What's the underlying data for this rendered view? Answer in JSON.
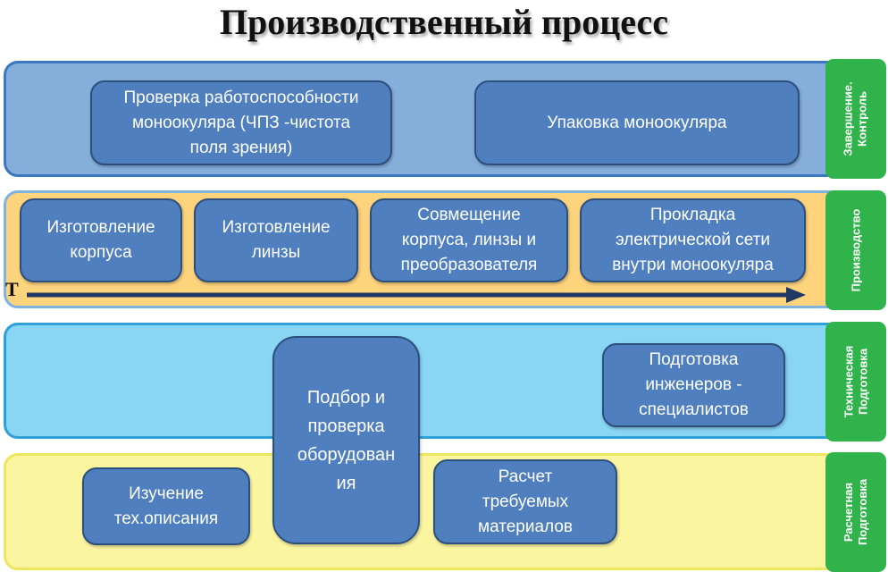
{
  "title": "Производственный процесс",
  "stages": {
    "completion": {
      "label": "Завершение.\nКонтроль",
      "boxes": [
        "Проверка работоспособности\nмоноокуляра (ЧПЗ -чистота\nполя зрения)",
        "Упаковка моноокуляра"
      ]
    },
    "production": {
      "label": "Производство",
      "boxes": [
        "Изготовление\nкорпуса",
        "Изготовление\nлинзы",
        "Совмещение\nкорпуса, линзы и\nпреобразователя",
        "Прокладка\nэлектрической сети\nвнутри моноокуляра"
      ],
      "time_axis_label": "T"
    },
    "technical": {
      "label": "Техническая\nПодготовка",
      "boxes": [
        "Подбор и\nпроверка\nоборудован\nия",
        "Подготовка\nинженеров -\nспециалистов"
      ]
    },
    "calculation": {
      "label": "Расчетная\nПодготовка",
      "boxes": [
        "Изучение\nтех.описания",
        "Расчет\nтребуемых\nматериалов"
      ]
    }
  },
  "colors": {
    "box_fill": "#4f7fbe",
    "label_green": "#2fb34a",
    "completion_band": "#86aedb",
    "production_band": "#fdd37c",
    "technical_band": "#88d5f4",
    "calculation_band": "#fcf5a0",
    "arrow": "#1f3864"
  }
}
